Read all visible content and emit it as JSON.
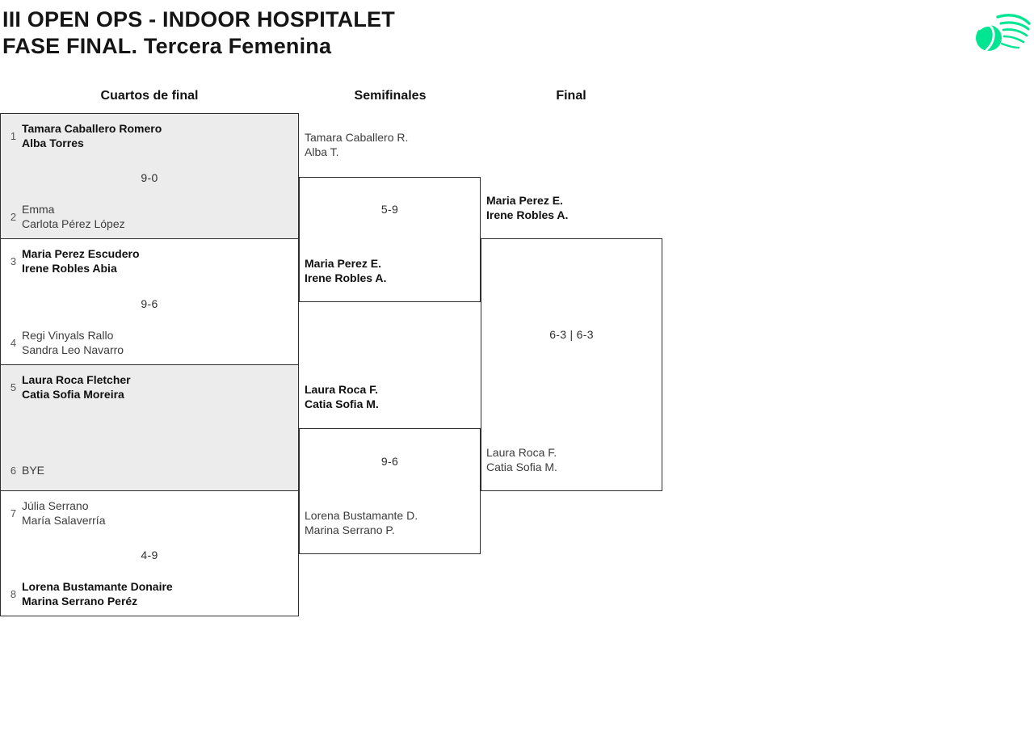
{
  "header": {
    "title_line1": "III OPEN OPS - INDOOR HOSPITALET",
    "title_line2": "FASE FINAL. Tercera Femenina"
  },
  "round_headers": [
    "Cuartos de final",
    "Semifinales",
    "Final"
  ],
  "colors": {
    "accent_green": "#00E591",
    "box_shaded_gray": "#ececec",
    "border": "#2e2e2e"
  },
  "logo": {
    "name": "ball-swoosh-logo"
  },
  "quarterfinals": [
    {
      "seed1": "1",
      "team1": [
        "Tamara Caballero Romero",
        "Alba Torres"
      ],
      "team1_winner": true,
      "score": "9-0",
      "seed2": "2",
      "team2": [
        "Emma",
        "Carlota Pérez López"
      ],
      "team2_winner": false,
      "shaded": true
    },
    {
      "seed1": "3",
      "team1": [
        "Maria Perez Escudero",
        "Irene Robles Abia"
      ],
      "team1_winner": true,
      "score": "9-6",
      "seed2": "4",
      "team2": [
        "Regi Vinyals Rallo",
        "Sandra Leo Navarro"
      ],
      "team2_winner": false,
      "shaded": false
    },
    {
      "seed1": "5",
      "team1": [
        "Laura Roca Fletcher",
        "Catia Sofia Moreira"
      ],
      "team1_winner": true,
      "score": "",
      "seed2": "6",
      "team2": [
        "BYE"
      ],
      "team2_winner": false,
      "shaded": true
    },
    {
      "seed1": "7",
      "team1": [
        "Júlia Serrano",
        "María Salaverría"
      ],
      "team1_winner": false,
      "score": "4-9",
      "seed2": "8",
      "team2": [
        "Lorena Bustamante Donaire",
        "Marina Serrano Peréz"
      ],
      "team2_winner": true,
      "shaded": false
    }
  ],
  "semifinals": [
    {
      "team1": [
        "Tamara Caballero R.",
        "Alba T."
      ],
      "team1_winner": false,
      "score": "5-9",
      "team2": [
        "Maria Perez E.",
        "Irene Robles A."
      ],
      "team2_winner": true
    },
    {
      "team1": [
        "Laura Roca F.",
        "Catia Sofia M."
      ],
      "team1_winner": true,
      "score": "9-6",
      "team2": [
        "Lorena Bustamante D.",
        "Marina Serrano P."
      ],
      "team2_winner": false
    }
  ],
  "final": {
    "team1": [
      "Maria Perez E.",
      "Irene Robles A."
    ],
    "team1_winner": true,
    "score": "6-3 | 6-3",
    "team2": [
      "Laura Roca F.",
      "Catia Sofia M."
    ],
    "team2_winner": false
  }
}
